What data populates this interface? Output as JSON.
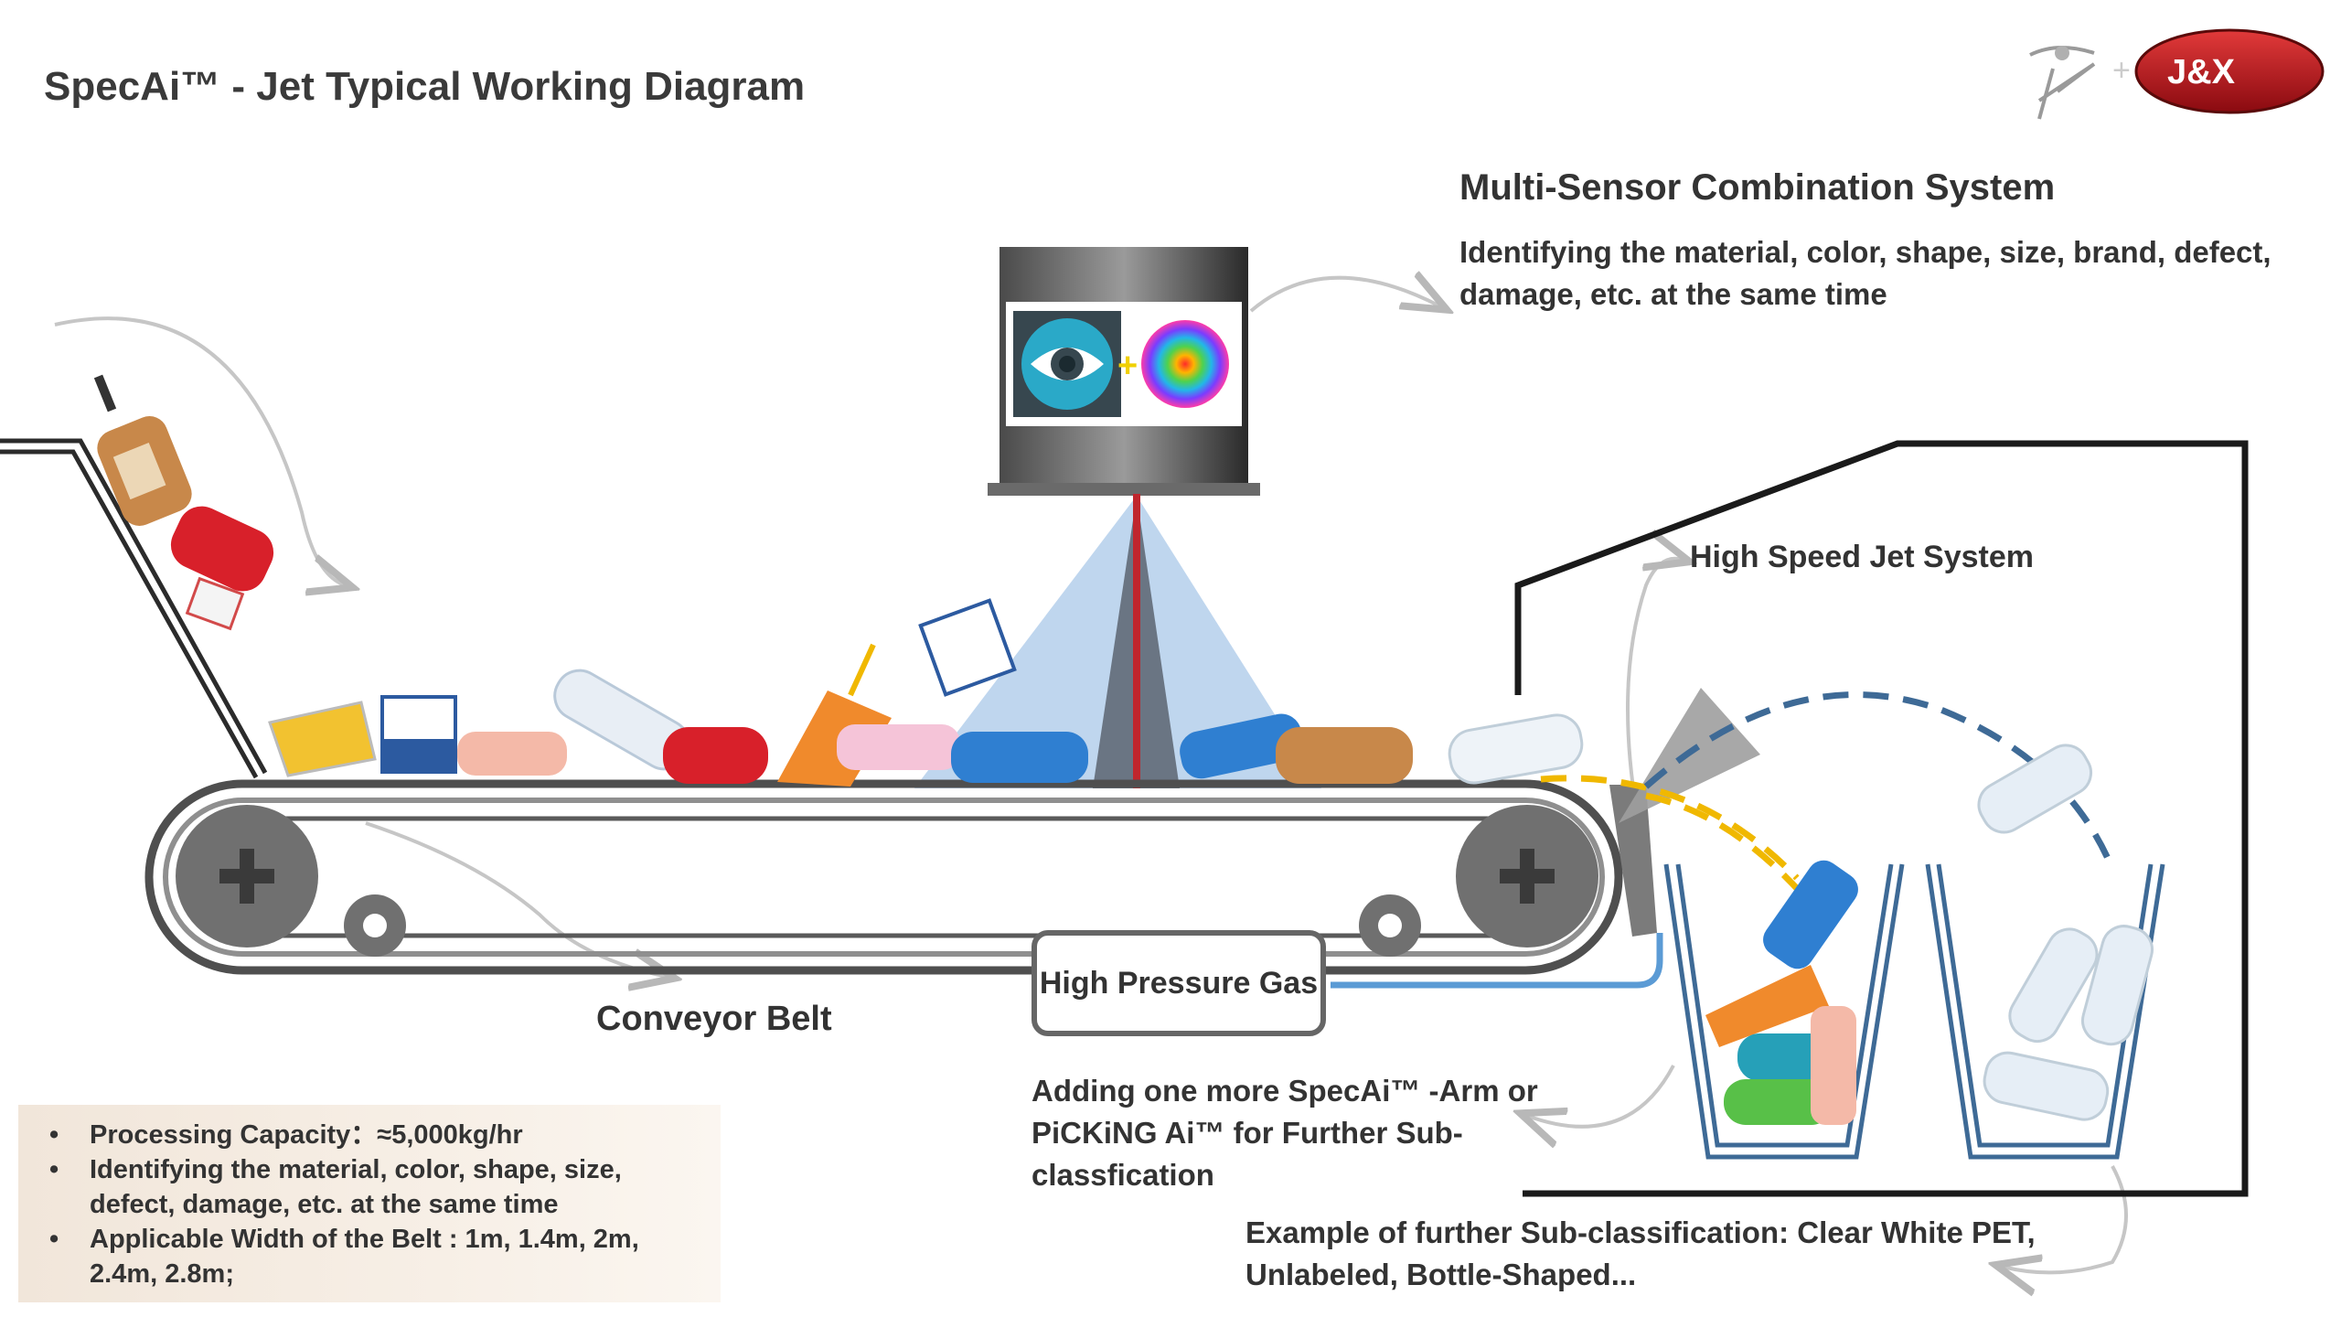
{
  "title": "SpecAi™ - Jet Typical Working Diagram",
  "logo": {
    "brand_text": "J&X",
    "plus": "+"
  },
  "sensor": {
    "title": "Multi-Sensor Combination System",
    "description": "Identifying the material, color, shape, size, brand, defect, damage, etc. at the same time"
  },
  "jet_label": "High Speed Jet System",
  "belt_label": "Conveyor Belt",
  "gas_label": "High Pressure Gas",
  "arm_text": "Adding one more SpecAi™ -Arm or PiCKiNG Ai™ for Further Sub-classfication",
  "subclass_text": "Example of further Sub-classification: Clear White PET, Unlabeled, Bottle-Shaped...",
  "specs": [
    "Processing Capacity：≈5,000kg/hr",
    "Identifying the material, color, shape, size, defect, damage, etc. at the same time",
    "Applicable Width of the Belt : 1m, 1.4m, 2m, 2.4m, 2.8m;"
  ],
  "colors": {
    "title_text": "#3a3a3a",
    "belt_wheel": "#707070",
    "scan_beam": "#a9c8e8",
    "laser": "#c0262d",
    "jet_yellow": "#f0b800",
    "jet_blue": "#3e6a96",
    "gas_pipe": "#5b9bd5",
    "logo_red": "#b3121b"
  },
  "icons": [
    "eye-icon",
    "color-wheel-icon",
    "plus-icon",
    "archer-logo-icon"
  ]
}
